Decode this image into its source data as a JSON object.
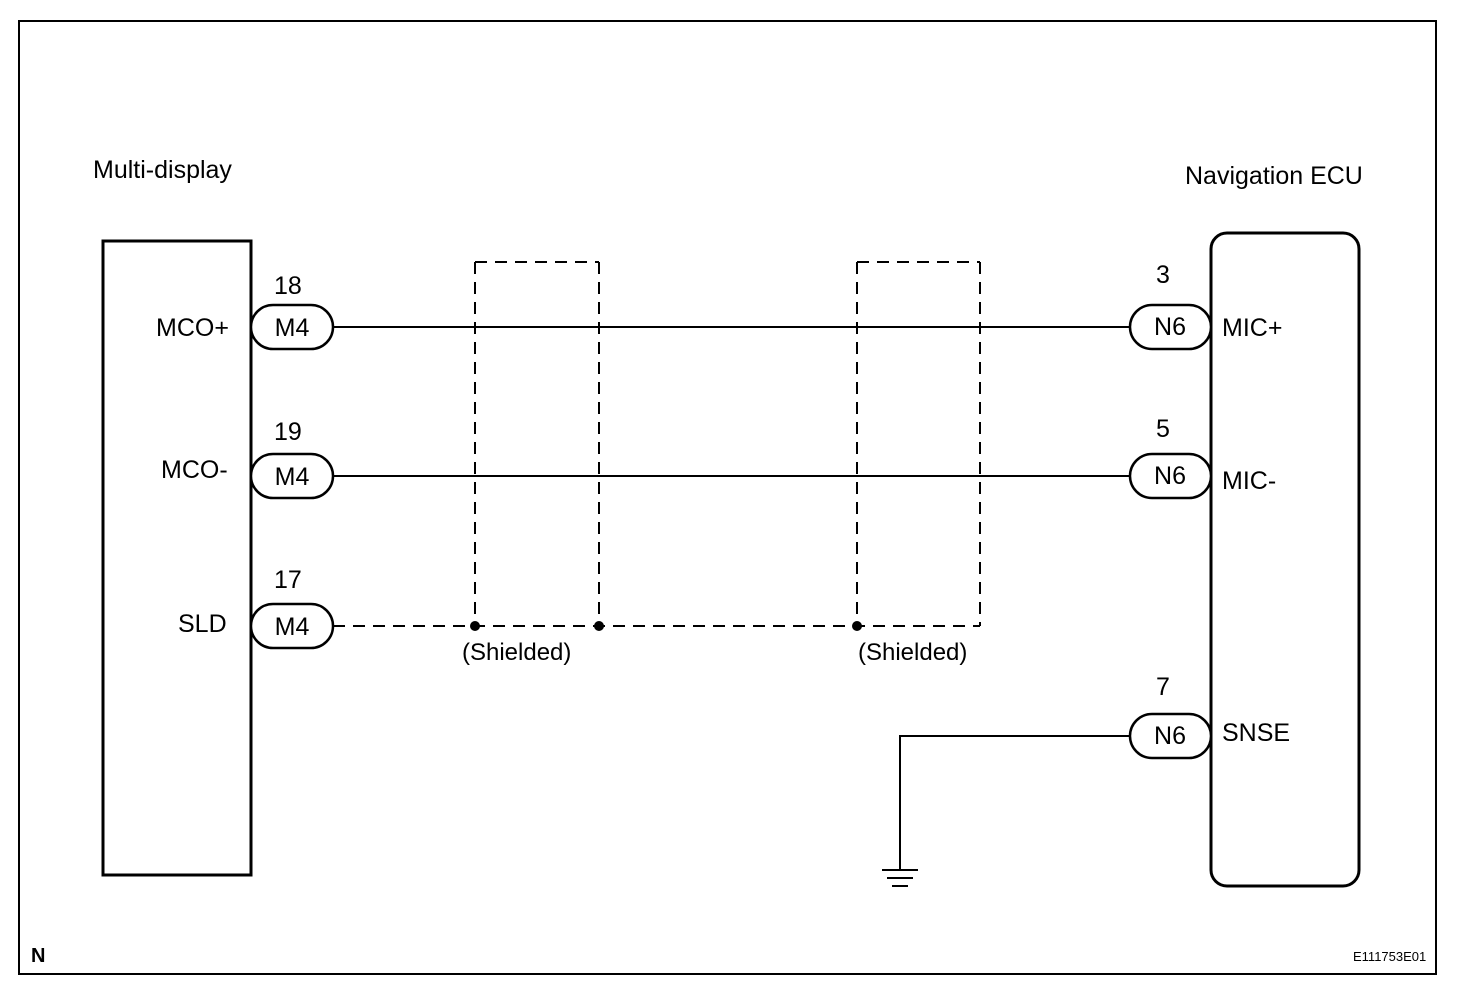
{
  "left_component": {
    "name": "Multi-display"
  },
  "right_component": {
    "name": "Navigation ECU"
  },
  "left_pins": [
    {
      "label": "MCO+",
      "pin_number": "18",
      "connector": "M4"
    },
    {
      "label": "MCO-",
      "pin_number": "19",
      "connector": "M4"
    },
    {
      "label": "SLD",
      "pin_number": "17",
      "connector": "M4"
    }
  ],
  "right_pins": [
    {
      "label": "MIC+",
      "pin_number": "3",
      "connector": "N6"
    },
    {
      "label": "MIC-",
      "pin_number": "5",
      "connector": "N6"
    },
    {
      "label": "SNSE",
      "pin_number": "7",
      "connector": "N6"
    }
  ],
  "shield_labels": [
    "(Shielded)",
    "(Shielded)"
  ],
  "corner_letter": "N",
  "figure_code": "E111753E01"
}
